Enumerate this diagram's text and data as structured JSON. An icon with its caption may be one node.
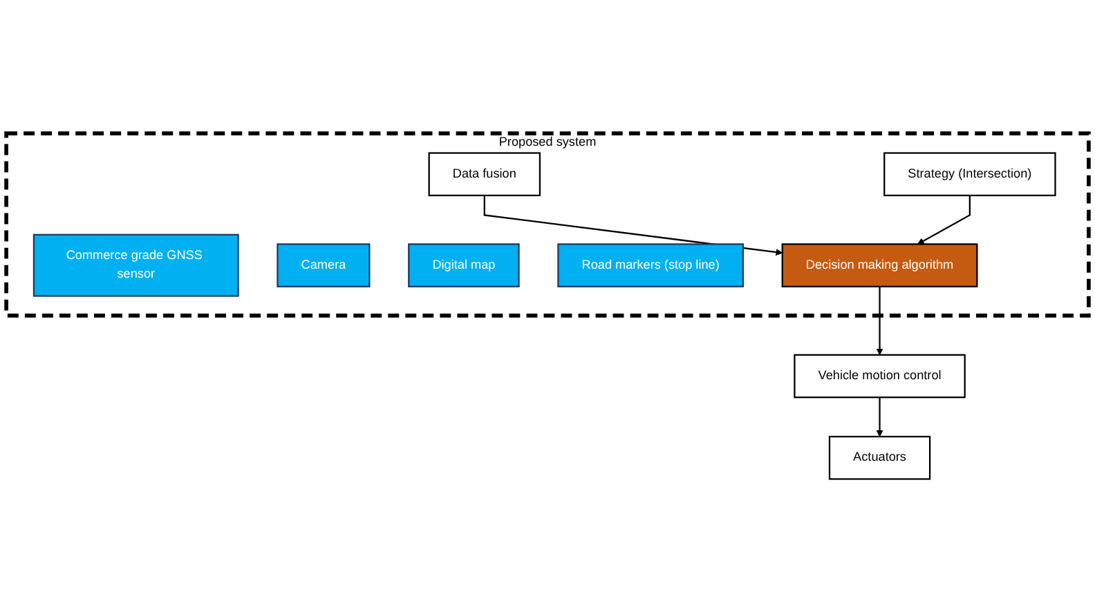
{
  "diagram": {
    "nodes": [
      {
        "text": [
          "Proposed system"
        ]
      },
      {
        "text": [
          "Commerce grade GNSS sensor"
        ],
        "in": 0
      },
      {
        "text": [
          "Camera"
        ],
        "in": 0
      },
      {
        "text": [
          "Digital map"
        ],
        "in": 0
      },
      {
        "text": [
          "Road markers (stop line)"
        ],
        "in": 0
      },
      {
        "text": [
          "Data fusion"
        ],
        "in": 0
      },
      {
        "text": [
          "Strategy (Intersection)"
        ],
        "in": 0
      },
      {
        "text": [
          "Decision making algorithm"
        ],
        "in": 0
      },
      {
        "text": [
          "Vehicle motion control"
        ]
      },
      {
        "text": [
          "Actuators"
        ]
      }
    ],
    "edges": [
      {
        "from": 5,
        "to": 7,
        "arrow": "to"
      },
      {
        "from": 6,
        "to": 7,
        "arrow": "to"
      },
      {
        "from": 7,
        "to": 8,
        "arrow": "to"
      },
      {
        "from": 8,
        "to": 9,
        "arrow": "to"
      }
    ]
  }
}
